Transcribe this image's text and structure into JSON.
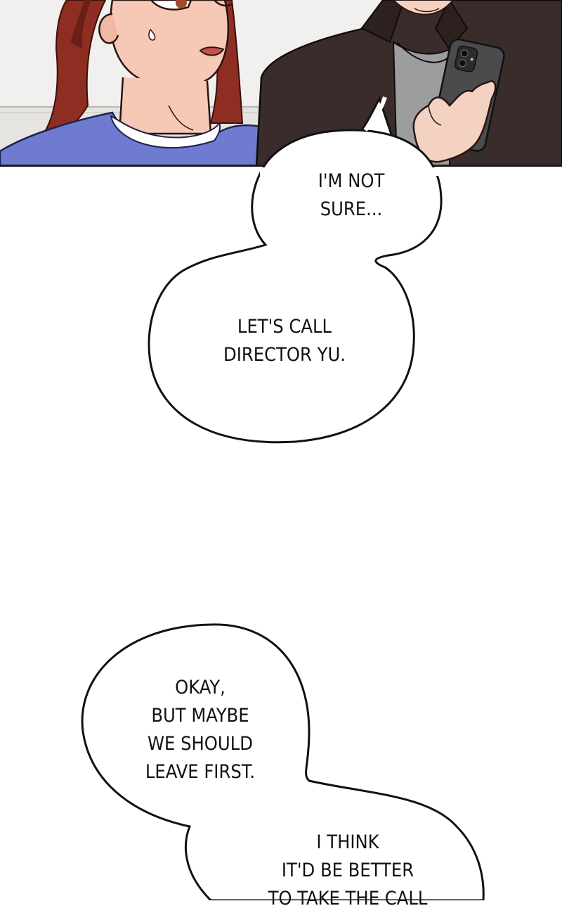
{
  "comic": {
    "panel": {
      "description_icon": "comic-panel-two-characters"
    },
    "bubbles": [
      {
        "lines": "I'M NOT\nSURE..."
      },
      {
        "lines": "LET'S CALL\nDIRECTOR YU."
      },
      {
        "lines": "OKAY,\nBUT MAYBE\nWE SHOULD\nLEAVE FIRST."
      },
      {
        "lines": "I THINK\nIT'D BE BETTER\nTO TAKE THE CALL"
      }
    ]
  }
}
